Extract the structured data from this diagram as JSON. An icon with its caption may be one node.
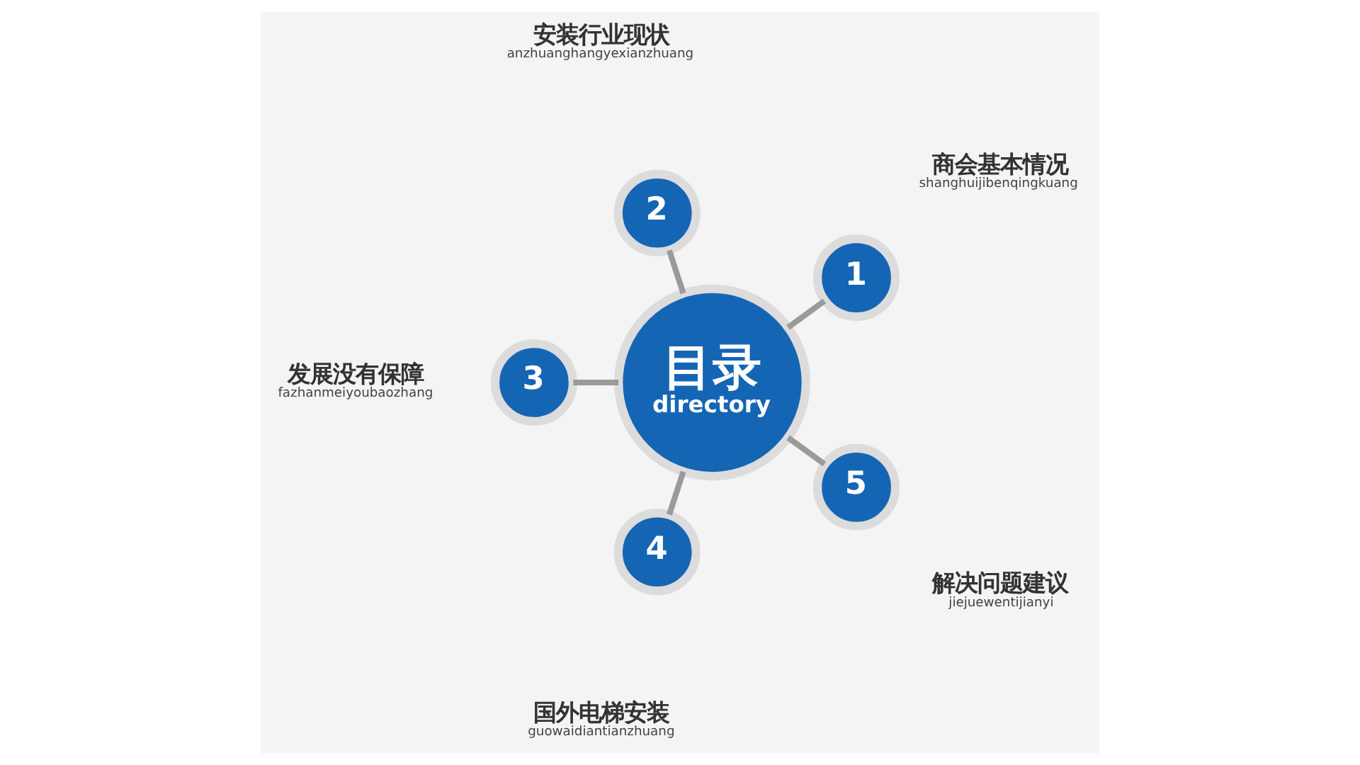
{
  "diagram": {
    "nodes": [
      {
        "text": [
          "目录",
          "directory"
        ]
      },
      {
        "text": [
          "1"
        ],
        "beside": [
          "商会基本情况",
          "shanghuijibenqingkuang"
        ]
      },
      {
        "text": [
          "2"
        ],
        "beside": [
          "安装行业现状",
          "anzhuanghangyexianzhuang"
        ]
      },
      {
        "text": [
          "3"
        ],
        "beside": [
          "发展没有保障",
          "fazhanmeiyoubaozhang"
        ]
      },
      {
        "text": [
          "4"
        ],
        "beside": [
          "国外电梯安装",
          "guowaidiantianzhuang"
        ]
      },
      {
        "text": [
          "5"
        ],
        "beside": [
          "解决问题建议",
          "jiejuewentijianyi"
        ]
      }
    ],
    "edges": [
      {
        "from": 0,
        "to": 1,
        "arrow": "none"
      },
      {
        "from": 0,
        "to": 2,
        "arrow": "none"
      },
      {
        "from": 0,
        "to": 3,
        "arrow": "none"
      },
      {
        "from": 0,
        "to": 4,
        "arrow": "none"
      },
      {
        "from": 0,
        "to": 5,
        "arrow": "none"
      }
    ]
  }
}
